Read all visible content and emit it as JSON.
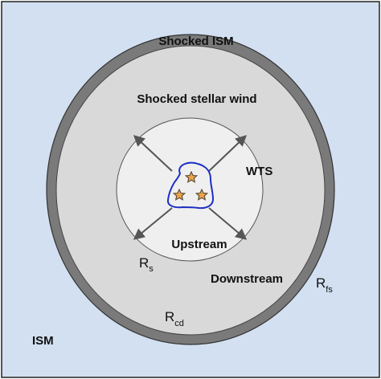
{
  "labels": {
    "shocked_ism": "Shocked ISM",
    "shocked_wind": "Shocked stellar wind",
    "wts": "WTS",
    "upstream": "Upstream",
    "downstream": "Downstream",
    "ism": "ISM",
    "rs_main": "R",
    "rs_sub": "s",
    "rfs_main": "R",
    "rfs_sub": "fs",
    "rcd_main": "R",
    "rcd_sub": "cd"
  },
  "colors": {
    "background": "#d2e0f1",
    "shocked_ism_shell": "#7a7a7a",
    "shocked_wind_region": "#d9d9d9",
    "upstream_region": "#efefef",
    "outline": "#222222",
    "arrow": "#555555",
    "cluster_outline": "#1c2fc4",
    "star_fill": "#e8a34a",
    "star_stroke": "#5a4630"
  },
  "icons": {
    "star": "star-icon",
    "arrow": "arrow-icon"
  }
}
